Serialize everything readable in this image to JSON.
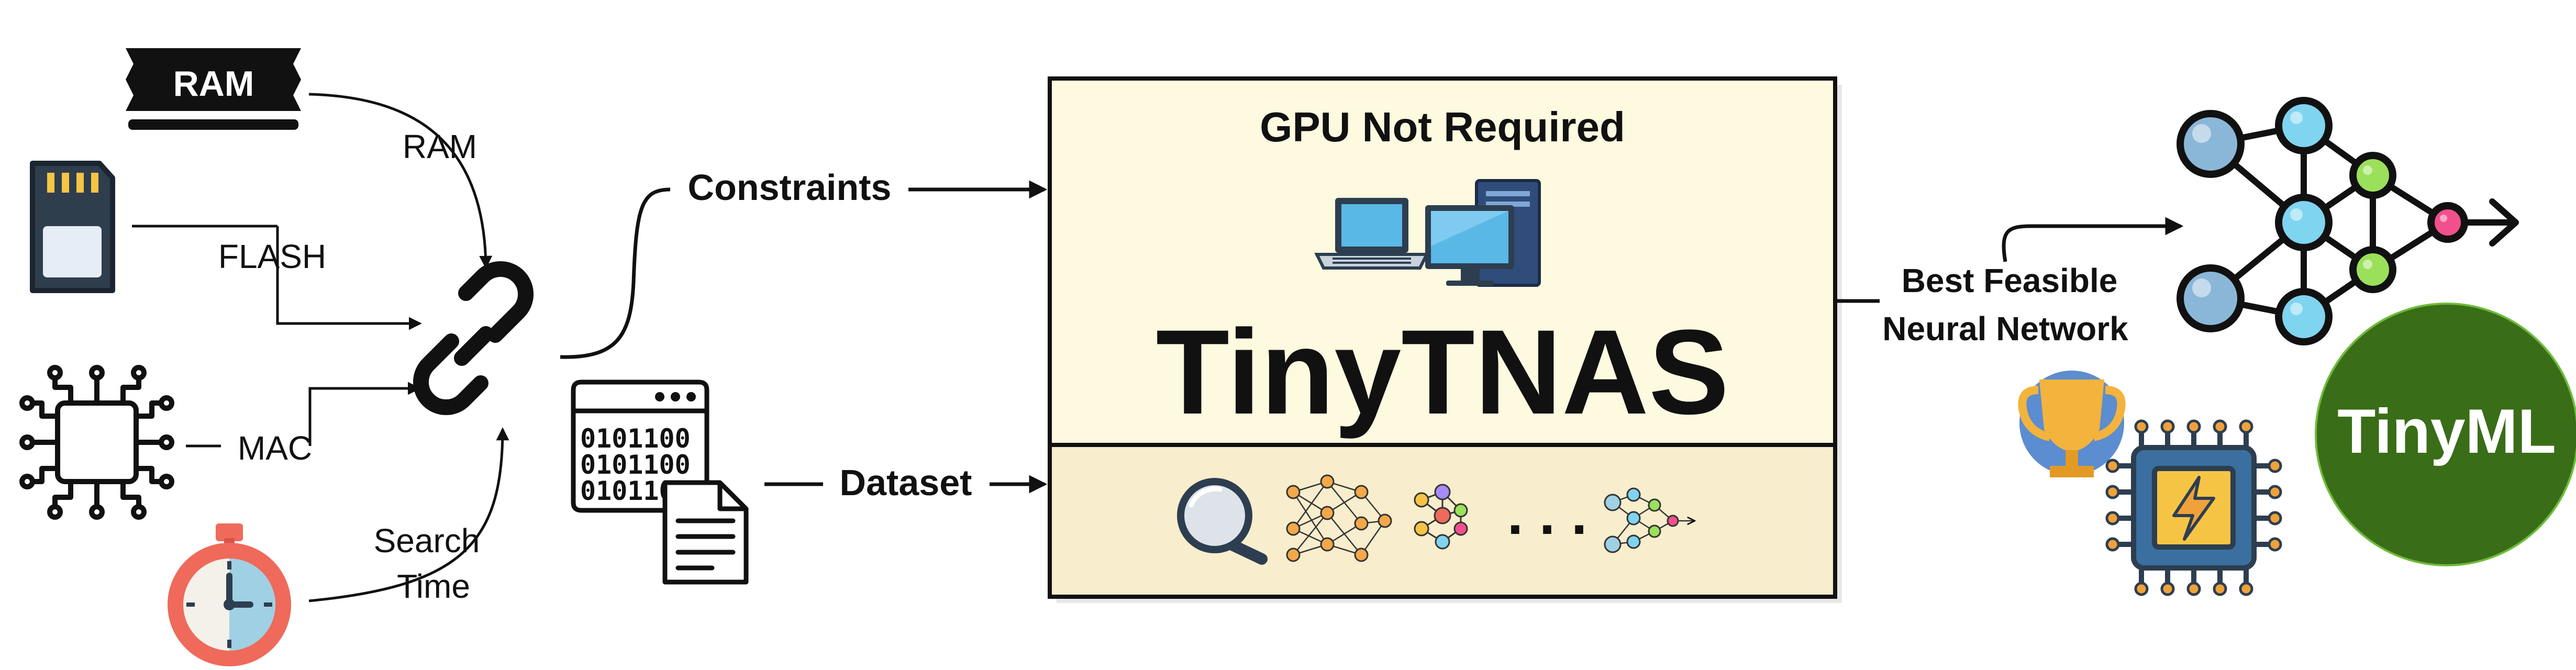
{
  "inputs": {
    "ram_chip_text": "RAM",
    "ram": "RAM",
    "flash": "FLASH",
    "mac": "MAC",
    "search_time_line1": "Search",
    "search_time_line2": "Time"
  },
  "dataset_icon": {
    "row1": "0101100",
    "row2": "0101100",
    "row3": "0101100"
  },
  "arrows": {
    "constraints": "Constraints",
    "dataset": "Dataset"
  },
  "box": {
    "gpu_title": "GPU Not Required",
    "title": "TinyTNAS",
    "ellipsis": ". . ."
  },
  "output": {
    "label_line1": "Best Feasible",
    "label_line2": "Neural Network",
    "badge": "TinyML"
  },
  "colors": {
    "box_top": "#fefae0",
    "box_bottom": "#f8edcc",
    "tinyml_badge": "#3a6d17",
    "node_blue": "#7fd4f0",
    "node_green": "#9be05a",
    "node_pink": "#f2508d",
    "timer_red": "#ef6a5a",
    "monitor_blue": "#5ab8e6",
    "chip_orange": "#f0a23a",
    "chip_yellow": "#f6c445",
    "trophy_gold": "#f3b33d",
    "trophy_bg": "#5b8dd0"
  },
  "icons": [
    "ram-chip-icon",
    "sd-card-icon",
    "cpu-chip-icon",
    "stopwatch-icon",
    "link-icon",
    "binary-file-icon",
    "document-icon",
    "laptop-icon",
    "desktop-icon",
    "magnifier-icon",
    "neural-net-icon",
    "trophy-icon",
    "processor-icon"
  ]
}
